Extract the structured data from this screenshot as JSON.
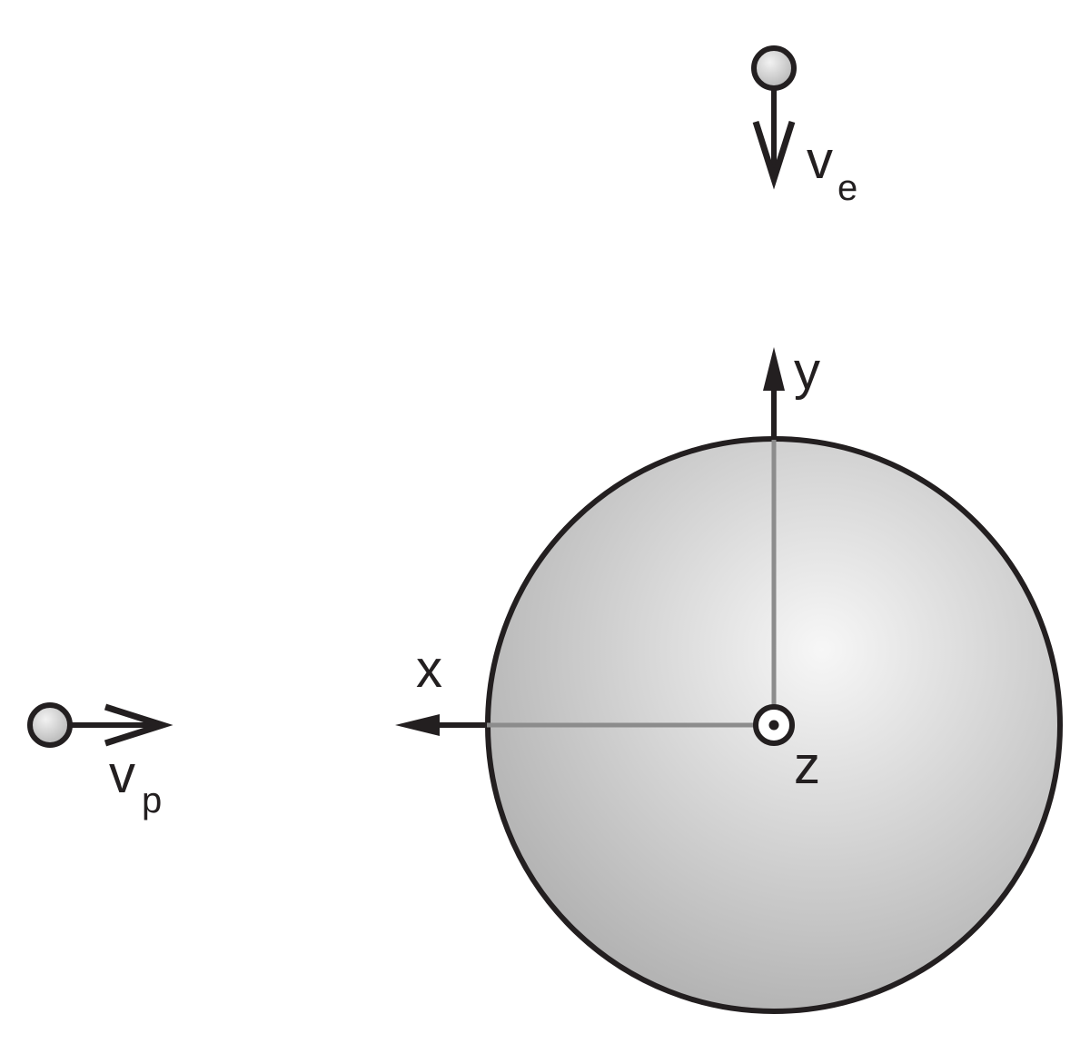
{
  "colors": {
    "stroke": "#231f20",
    "axis_inner": "#8c8c8c",
    "sphere_light": "#f7f7f7",
    "sphere_dark": "#a9a9a9",
    "particle_light": "#f2f2f2",
    "particle_dark": "#b3b3b3",
    "background": "#ffffff"
  },
  "labels": {
    "axis_x": "x",
    "axis_y": "y",
    "axis_z": "z",
    "electron_velocity": "v",
    "electron_velocity_sub": "e",
    "proton_velocity": "v",
    "proton_velocity_sub": "p"
  },
  "icons": {
    "z_axis": "dot-in-circle-icon",
    "particle": "sphere-particle-icon"
  }
}
